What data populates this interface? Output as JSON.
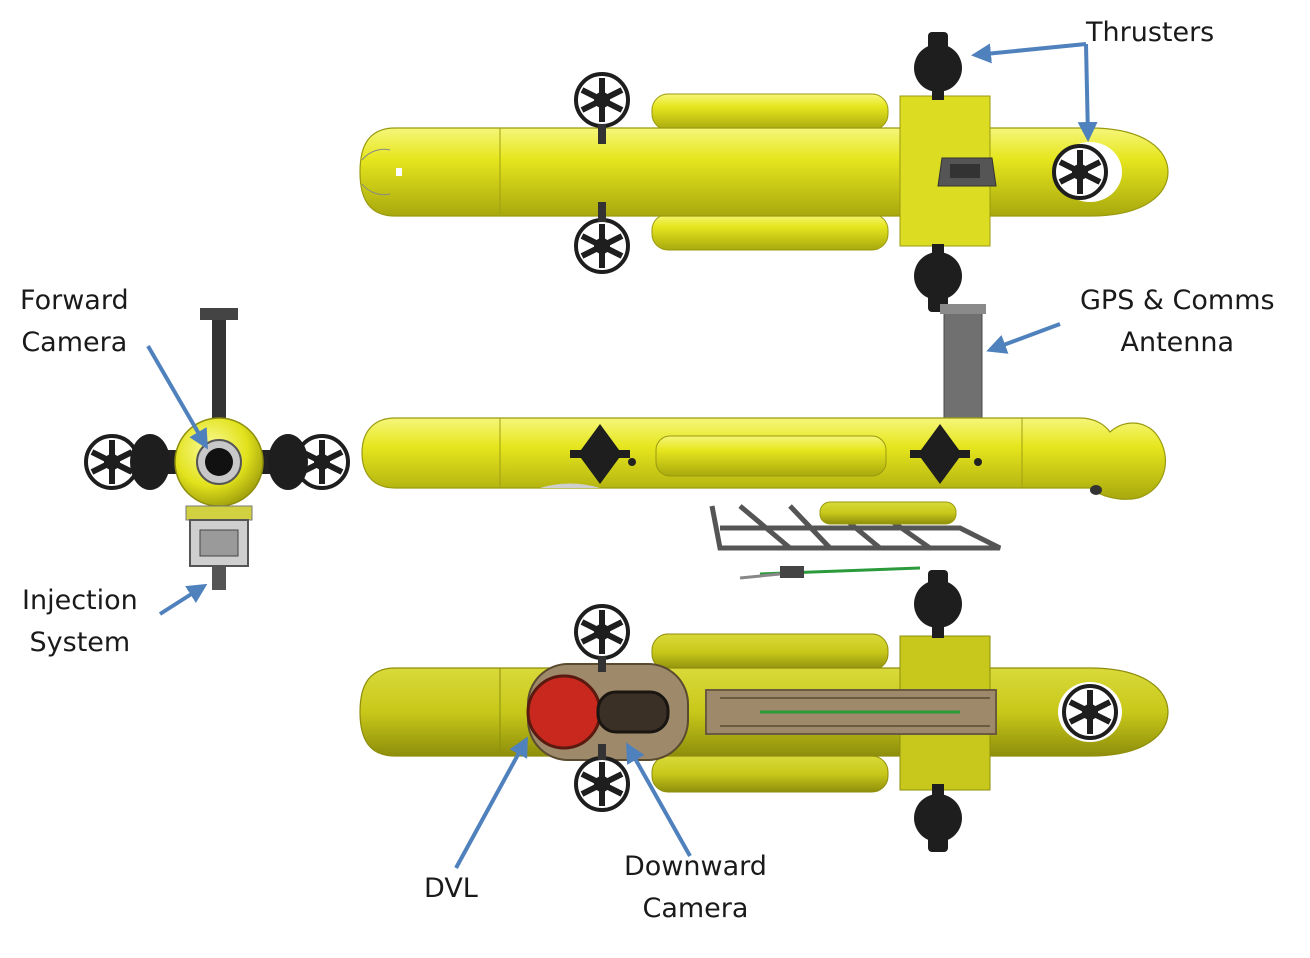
{
  "labels": {
    "thrusters": "Thrusters",
    "gps_line1": "GPS & Comms",
    "gps_line2": "Antenna",
    "forward_line1": "Forward",
    "forward_line2": "Camera",
    "injection_line1": "Injection",
    "injection_line2": "System",
    "dvl": "DVL",
    "downward_line1": "Downward",
    "downward_line2": "Camera"
  },
  "colors": {
    "hull": "#e6e61e",
    "hull_dark": "#b9b912",
    "arrow": "#4f81bd",
    "dvl": "#c8281e",
    "thruster": "#1e1e1e"
  }
}
